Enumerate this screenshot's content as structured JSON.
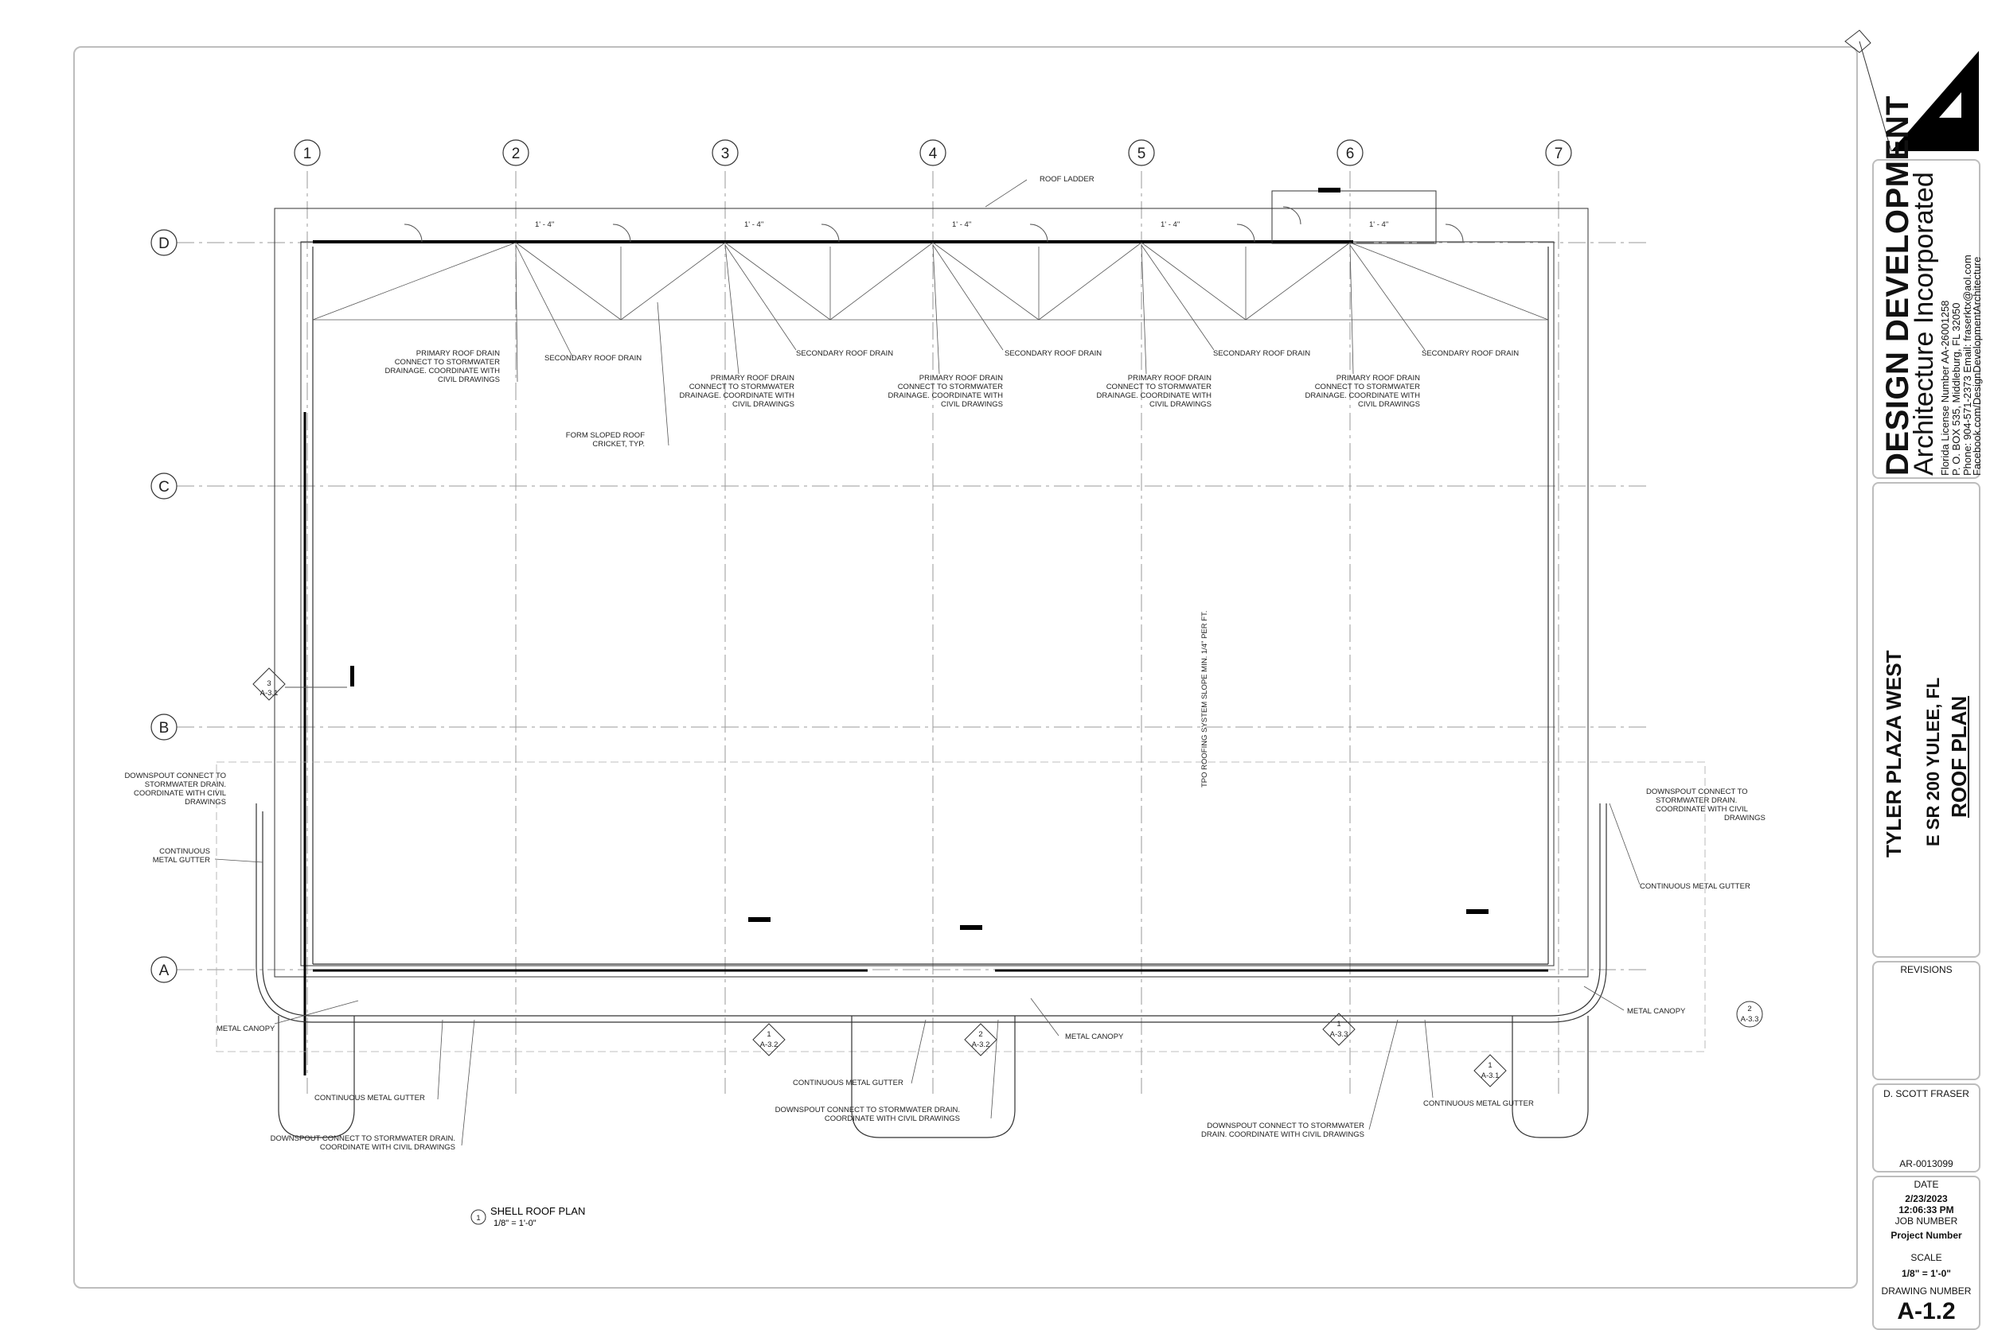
{
  "grid": {
    "columns": [
      "1",
      "2",
      "3",
      "4",
      "5",
      "6",
      "7"
    ],
    "rows": [
      "D",
      "C",
      "B",
      "A"
    ]
  },
  "dimensions": {
    "drain_offset": "1' - 4\""
  },
  "notes": {
    "roof_ladder": "ROOF LADDER",
    "primary_drain_1": "PRIMARY ROOF DRAIN",
    "primary_drain_2": "CONNECT TO STORMWATER",
    "primary_drain_3": "DRAINAGE. COORDINATE WITH",
    "primary_drain_4": "CIVIL DRAWINGS",
    "secondary_drain": "SECONDARY ROOF DRAIN",
    "cricket_1": "FORM SLOPED ROOF",
    "cricket_2": "CRICKET, TYP.",
    "tpo_slope": "TPO ROOFING SYSTEM SLOPE MIN. 1/4\" PER FT.",
    "downspout_side_1": "DOWNSPOUT CONNECT TO",
    "downspout_side_2": "STORMWATER DRAIN.",
    "downspout_side_3": "COORDINATE WITH CIVIL",
    "downspout_side_4": "DRAWINGS",
    "gutter_1": "CONTINUOUS",
    "gutter_2": "METAL GUTTER",
    "gutter_full": "CONTINUOUS METAL GUTTER",
    "metal_canopy": "METAL CANOPY",
    "downspout_bottom_1": "DOWNSPOUT CONNECT TO STORMWATER DRAIN.",
    "downspout_bottom_2": "COORDINATE WITH CIVIL DRAWINGS",
    "downspout_right_1": "DOWNSPOUT CONNECT TO STORMWATER",
    "downspout_right_2": "DRAIN. COORDINATE WITH CIVIL DRAWINGS"
  },
  "section_markers": [
    {
      "num": "3",
      "sheet": "A-3.1"
    },
    {
      "num": "1",
      "sheet": "A-3.2"
    },
    {
      "num": "2",
      "sheet": "A-3.2"
    },
    {
      "num": "1",
      "sheet": "A-3.3"
    },
    {
      "num": "1",
      "sheet": "A-3.1"
    },
    {
      "num": "2",
      "sheet": "A-3.3"
    }
  ],
  "view_title": {
    "number": "1",
    "title": "SHELL ROOF PLAN",
    "scale": "1/8\" = 1'-0\""
  },
  "title_block": {
    "firm_name": "DESIGN DEVELOPMENT",
    "firm_sub": "Architecture Incorporated",
    "license": "Florida License Number AA-26001258",
    "address": "P. O. BOX 535, Middleburg, FL 32050",
    "contact": "Phone: 904-571-2373   Email: fraserktx@aol.com",
    "facebook": "Facebook.com/DesignDevelopmentArchitecture",
    "project_name": "TYLER PLAZA WEST",
    "project_address": "E SR 200 YULEE, FL",
    "sheet_name": "ROOF PLAN",
    "revisions_label": "REVISIONS",
    "architect": "D. SCOTT FRASER",
    "license_no": "AR-0013099",
    "date_label": "DATE",
    "date": "2/23/2023",
    "time": "12:06:33 PM",
    "job_label": "JOB NUMBER",
    "job_number": "Project Number",
    "scale_label": "SCALE",
    "scale": "1/8\" = 1'-0\"",
    "drawing_label": "DRAWING NUMBER",
    "drawing_number": "A-1.2"
  }
}
